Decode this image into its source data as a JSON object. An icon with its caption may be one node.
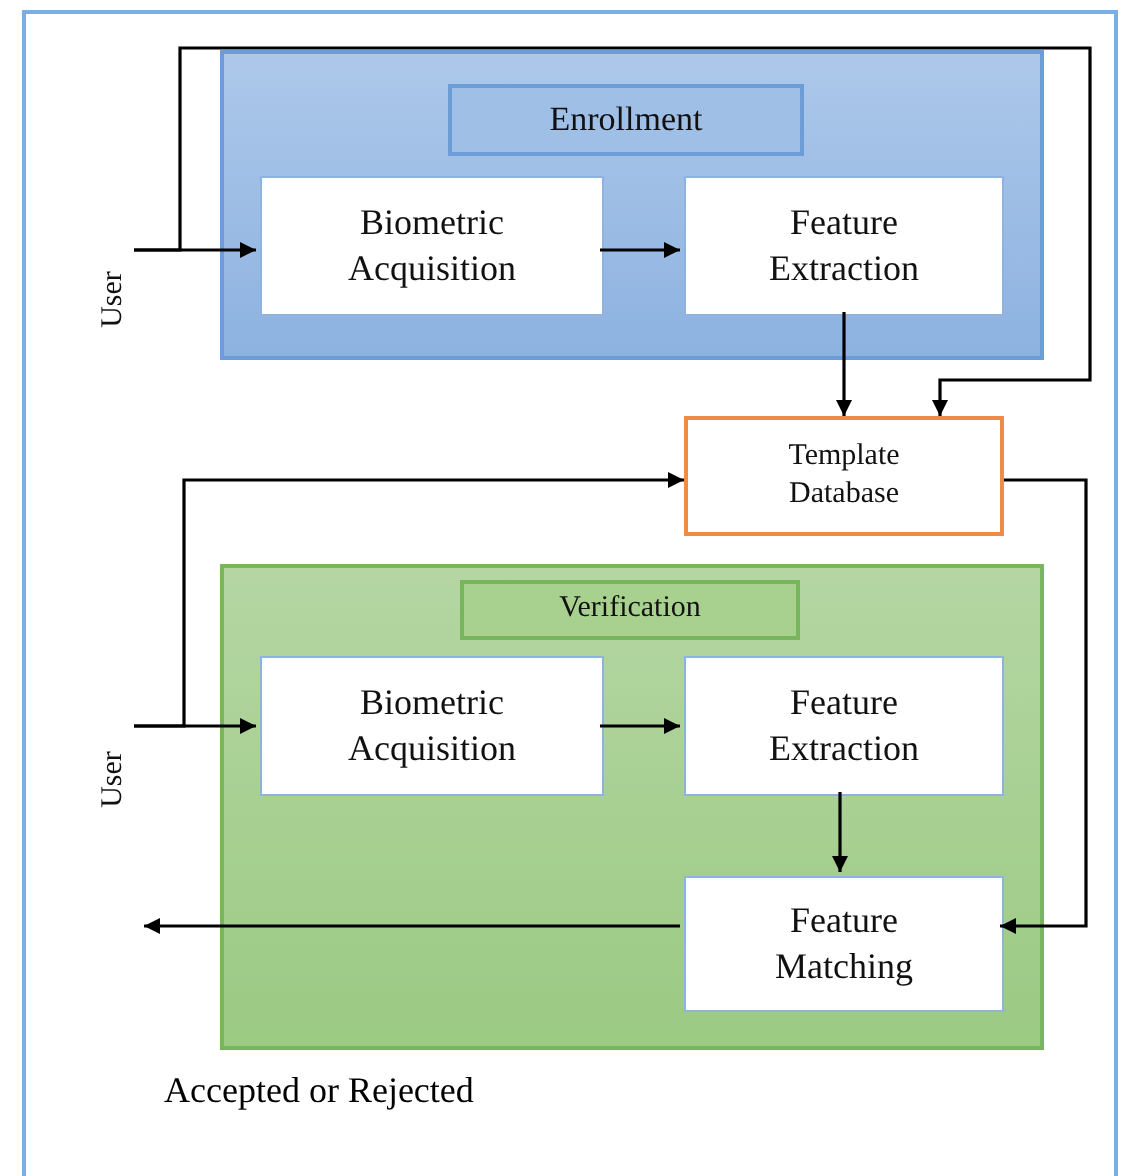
{
  "diagram": {
    "nodes": [
      {
        "text": [],
        "shape": "box"
      },
      {
        "text": [
          "Enrollment"
        ],
        "in": 0
      },
      {
        "text": [
          "Biometric Acquisition"
        ],
        "in": 0
      },
      {
        "text": [
          "Feature Extraction"
        ],
        "in": 0
      },
      {
        "text": [
          "Template Database"
        ]
      },
      {
        "text": [],
        "shape": "box"
      },
      {
        "text": [
          "Verification"
        ],
        "in": 5
      },
      {
        "text": [
          "Biometric Acquisition"
        ],
        "in": 5
      },
      {
        "text": [
          "Feature Extraction"
        ],
        "in": 5
      },
      {
        "text": [
          "Feature Matching"
        ],
        "in": 5
      },
      {
        "text": [
          "User"
        ]
      },
      {
        "text": [
          "User"
        ]
      }
    ],
    "edges": [
      {
        "from": 10,
        "to": 2,
        "arrow": "to"
      },
      {
        "from": 10,
        "to": 4,
        "arrow": "to"
      },
      {
        "from": 2,
        "to": 3,
        "arrow": "to"
      },
      {
        "from": 3,
        "to": 4,
        "arrow": "to"
      },
      {
        "from": 11,
        "to": 7,
        "arrow": "to"
      },
      {
        "from": 11,
        "to": 4,
        "arrow": "to"
      },
      {
        "from": 7,
        "to": 8,
        "arrow": "to"
      },
      {
        "from": 8,
        "to": 9,
        "arrow": "to"
      },
      {
        "from": 4,
        "to": 9,
        "arrow": "to"
      },
      {
        "from": 9,
        "to": null,
        "arrow": "to"
      }
    ],
    "labels": [
      "Accepted or Rejected"
    ]
  }
}
